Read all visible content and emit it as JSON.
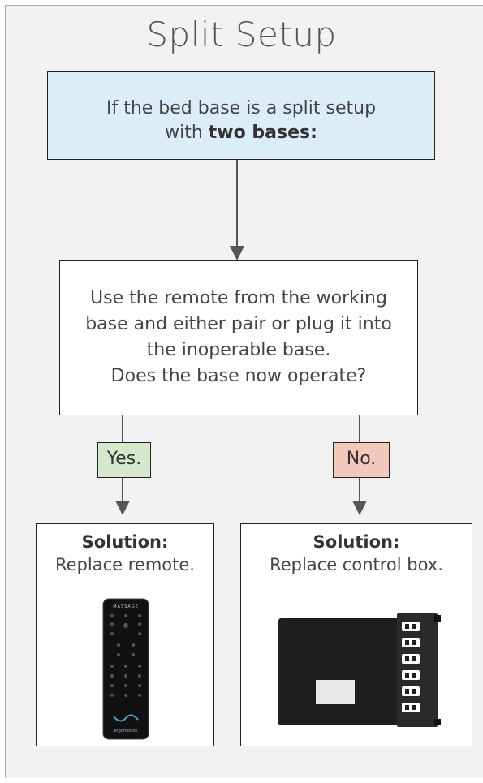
{
  "title": "Split Setup",
  "top_box": {
    "line1": "If the bed base is a split setup",
    "line2_prefix": "with ",
    "line2_bold": "two bases:"
  },
  "question": {
    "line1": "Use the remote from the working",
    "line2": "base and either pair or plug it into",
    "line3": "the inoperable base.",
    "line4": "Does the base now operate?"
  },
  "yes_label": "Yes.",
  "no_label": "No.",
  "solution_left": {
    "title": "Solution:",
    "text": "Replace remote.",
    "image_icon": "remote-control-image"
  },
  "solution_right": {
    "title": "Solution:",
    "text": "Replace control box.",
    "image_icon": "control-box-image"
  },
  "remote_labels": {
    "header": "MASSAGE",
    "brand": "ergomotion"
  },
  "colors": {
    "top_box": "#dbeef7",
    "yes": "#d4e8cc",
    "no": "#f3c9bb",
    "panel": "#f2f2f2"
  }
}
